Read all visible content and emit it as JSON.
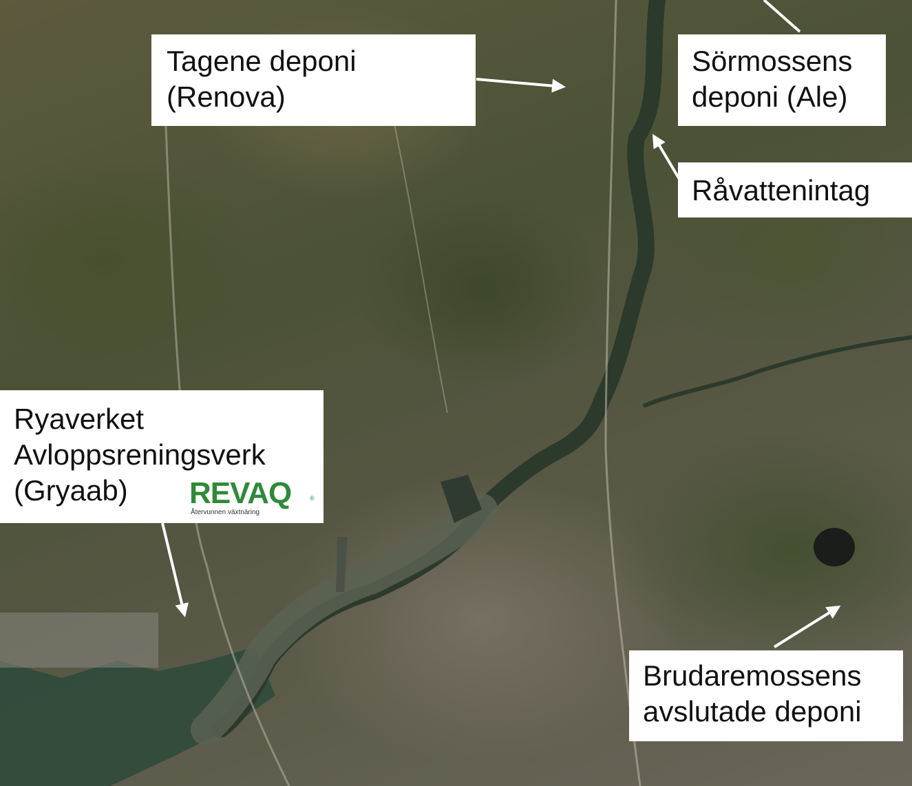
{
  "labels": {
    "tagene": {
      "line1": "Tagene deponi",
      "line2": "(Renova)"
    },
    "sormossen": {
      "line1": "Sörmossens",
      "line2": "deponi (Ale)"
    },
    "ravatten": {
      "line1": "Råvattenintag"
    },
    "ryaverket": {
      "line1": "Ryaverket",
      "line2": "Avloppsreningsverk",
      "line3": "(Gryaab)"
    },
    "brudare": {
      "line1": "Brudaremossens",
      "line2": "avslutade deponi"
    }
  },
  "logo": {
    "word": "REVAQ",
    "tagline": "Återvunnen växtnäring",
    "mark": "®"
  },
  "colors": {
    "label_bg": "#ffffff",
    "label_text": "#111111",
    "arrow": "#ffffff",
    "river": "#2c3a2c",
    "logo_green": "#2f8a3a"
  }
}
